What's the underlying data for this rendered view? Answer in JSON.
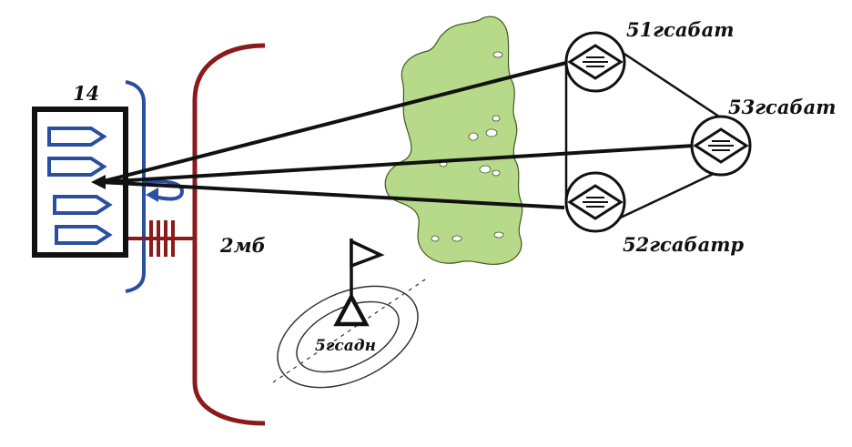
{
  "labels": {
    "unit_number": "14",
    "line": "2мб",
    "position": "5гсадн",
    "target_51": "51гсабат",
    "target_52": "52гсабатр",
    "target_53": "53гсабат"
  },
  "colors": {
    "background": "#ffffff",
    "frame": "#111111",
    "blue_units": "#2a4fa0",
    "dark_red": "#8b1a1a",
    "green_area": "#b7d98a",
    "lines": "#111111"
  },
  "icons": {
    "unit_box": "command-post-box-icon",
    "unit_arrows": "pennant-arrow-icon",
    "flag": "flag-pennant-icon",
    "triangle": "triangle-marker-icon",
    "target": "circle-diamond-target-icon",
    "obstacle": "wire-obstacle-icon"
  }
}
